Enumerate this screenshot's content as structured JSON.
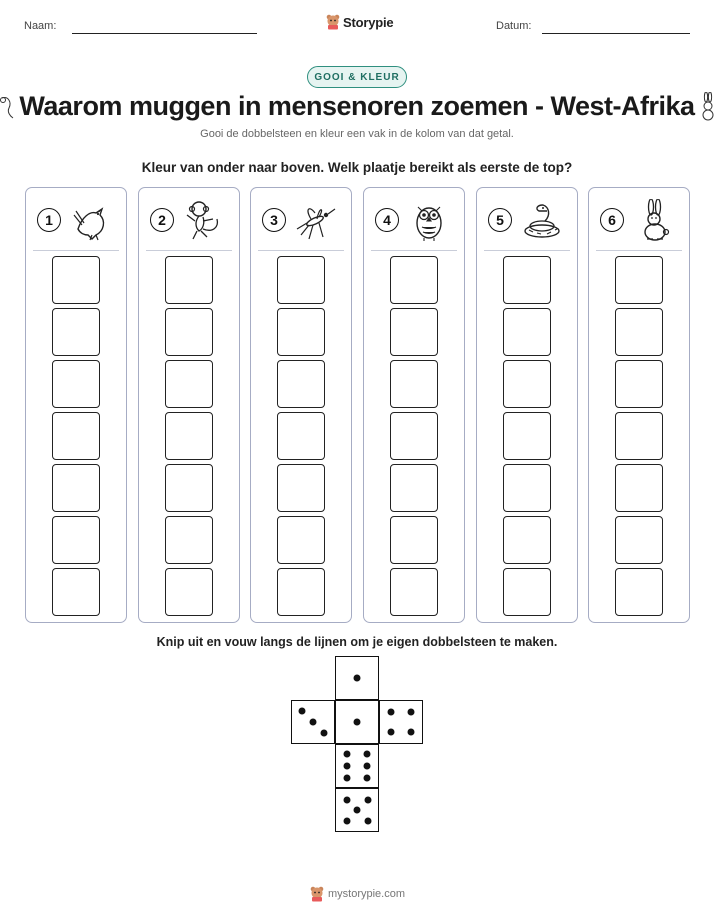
{
  "header": {
    "name_label": "Naam:",
    "date_label": "Datum:",
    "brand": "Storypie"
  },
  "badge": "GOOI & KLEUR",
  "title": "Waarom muggen in mensenoren zoemen - West-Afrika",
  "subtitle": "Gooi de dobbelsteen en kleur een vak in de kolom van dat getal.",
  "instruction": "Kleur van onder naar boven. Welk plaatje bereikt als eerste de top?",
  "columns": [
    {
      "number": "1",
      "animal": "eagle-icon"
    },
    {
      "number": "2",
      "animal": "monkey-icon"
    },
    {
      "number": "3",
      "animal": "mosquito-icon"
    },
    {
      "number": "4",
      "animal": "owl-icon"
    },
    {
      "number": "5",
      "animal": "snake-icon"
    },
    {
      "number": "6",
      "animal": "rabbit-icon"
    }
  ],
  "boxes_per_column": 7,
  "cut_instruction": "Knip uit en vouw langs de lijnen om je eigen dobbelsteen te maken.",
  "die_faces": [
    1,
    3,
    1,
    4,
    6,
    5
  ],
  "footer": "mystorypie.com",
  "colors": {
    "badge_border": "#2f8f7f",
    "badge_bg": "#e6f4f1",
    "column_border": "#a6acc4"
  }
}
